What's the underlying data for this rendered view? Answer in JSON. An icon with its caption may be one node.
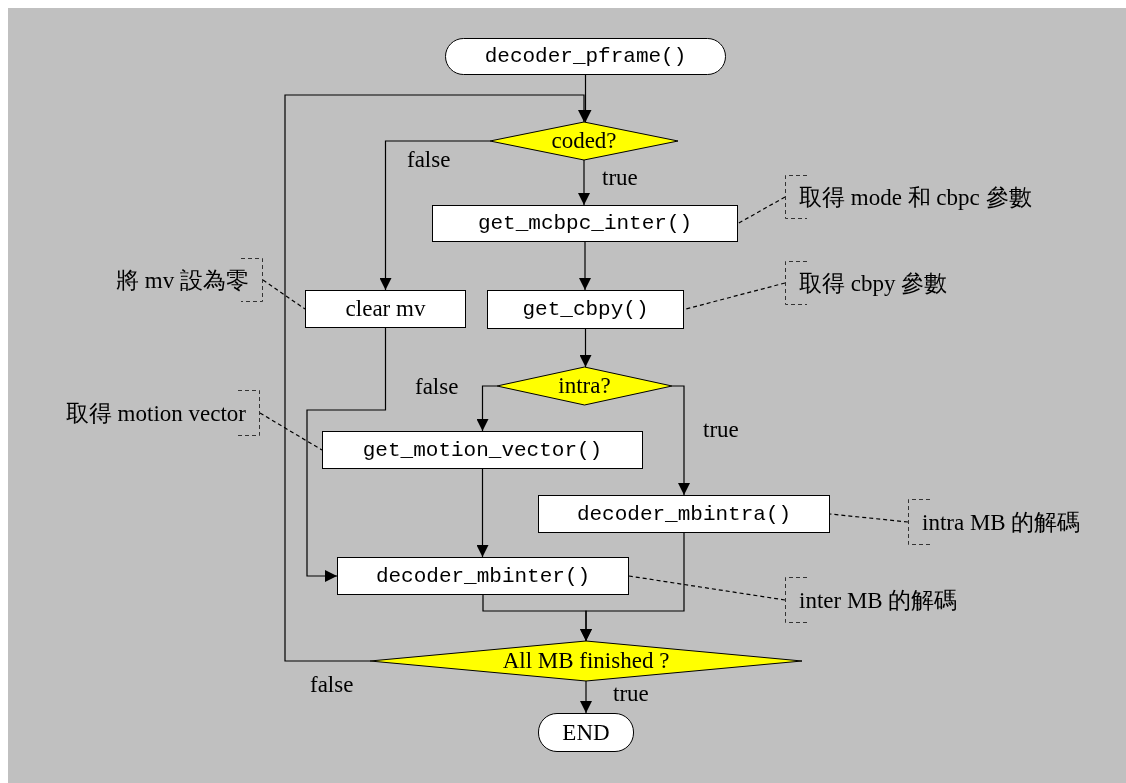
{
  "diagram": {
    "nodes": [
      {
        "text": [
          "decoder_pframe()"
        ]
      },
      {
        "text": [
          "coded?"
        ]
      },
      {
        "text": [
          "get_mcbpc_inter()"
        ]
      },
      {
        "text": [
          "clear mv"
        ]
      },
      {
        "text": [
          "get_cbpy()"
        ]
      },
      {
        "text": [
          "intra?"
        ]
      },
      {
        "text": [
          "get_motion_vector()"
        ]
      },
      {
        "text": [
          "decoder_mbintra()"
        ]
      },
      {
        "text": [
          "decoder_mbinter()"
        ]
      },
      {
        "text": [
          "All MB finished ?"
        ]
      },
      {
        "text": [
          "END"
        ]
      },
      {
        "text": [
          "取得 mode 和 cbpc 參數"
        ]
      },
      {
        "text": [
          "取得 cbpy 參數"
        ]
      },
      {
        "text": [
          "將 mv 設為零"
        ]
      },
      {
        "text": [
          "取得 motion vector"
        ]
      },
      {
        "text": [
          "intra MB 的解碼"
        ]
      },
      {
        "text": [
          "inter MB 的解碼"
        ]
      }
    ],
    "edges": [
      {
        "from": 0,
        "to": 1,
        "arrow": "to"
      },
      {
        "from": 1,
        "to": 2,
        "arrow": "to",
        "label": "true"
      },
      {
        "from": 1,
        "to": 3,
        "arrow": "to",
        "label": "false"
      },
      {
        "from": 2,
        "to": 4,
        "arrow": "to"
      },
      {
        "from": 4,
        "to": 5,
        "arrow": "to"
      },
      {
        "from": 5,
        "to": 6,
        "arrow": "to",
        "label": "false"
      },
      {
        "from": 5,
        "to": 7,
        "arrow": "to",
        "label": "true"
      },
      {
        "from": 3,
        "to": 8,
        "arrow": "to"
      },
      {
        "from": 6,
        "to": 8,
        "arrow": "to"
      },
      {
        "from": 8,
        "to": 9,
        "arrow": "to"
      },
      {
        "from": 7,
        "to": 9,
        "arrow": "to"
      },
      {
        "from": 9,
        "to": 1,
        "arrow": "to",
        "label": "false"
      },
      {
        "from": 9,
        "to": 10,
        "arrow": "to",
        "label": "true"
      },
      {
        "from": 11,
        "to": 2,
        "arrow": "none",
        "style": "dashed"
      },
      {
        "from": 12,
        "to": 4,
        "arrow": "none",
        "style": "dashed"
      },
      {
        "from": 13,
        "to": 3,
        "arrow": "none",
        "style": "dashed"
      },
      {
        "from": 14,
        "to": 6,
        "arrow": "none",
        "style": "dashed"
      },
      {
        "from": 15,
        "to": 7,
        "arrow": "none",
        "style": "dashed"
      },
      {
        "from": 16,
        "to": 8,
        "arrow": "none",
        "style": "dashed"
      }
    ]
  }
}
